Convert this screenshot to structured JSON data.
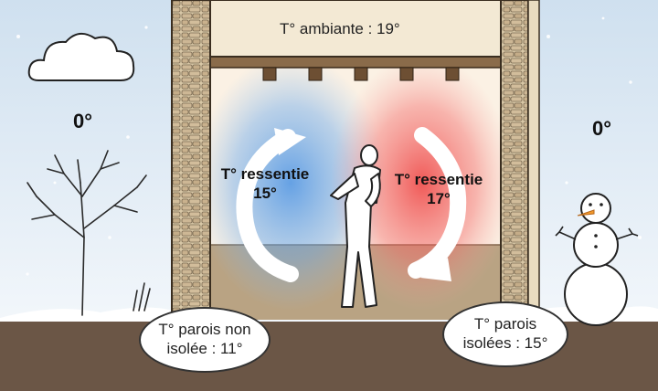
{
  "ambient_label": "T° ambiante : 19°",
  "outside_left": "0°",
  "outside_right": "0°",
  "felt_left": {
    "line1": "T° ressentie",
    "line2": "15°"
  },
  "felt_right": {
    "line1": "T° ressentie",
    "line2": "17°"
  },
  "wall_left": {
    "line1": "T° parois non",
    "line2": "isolée : 11°"
  },
  "wall_right": {
    "line1": "T° parois",
    "line2": "isolées : 15°"
  },
  "colors": {
    "cold": "#5aa0e6",
    "warm": "#ee4a4a",
    "ground": "#6b5646",
    "stone": "#cbb48c"
  },
  "icons": [
    "cloud-icon",
    "bare-tree-icon",
    "snowman-icon",
    "person-icon",
    "cold-arrow-icon",
    "warm-arrow-icon"
  ]
}
